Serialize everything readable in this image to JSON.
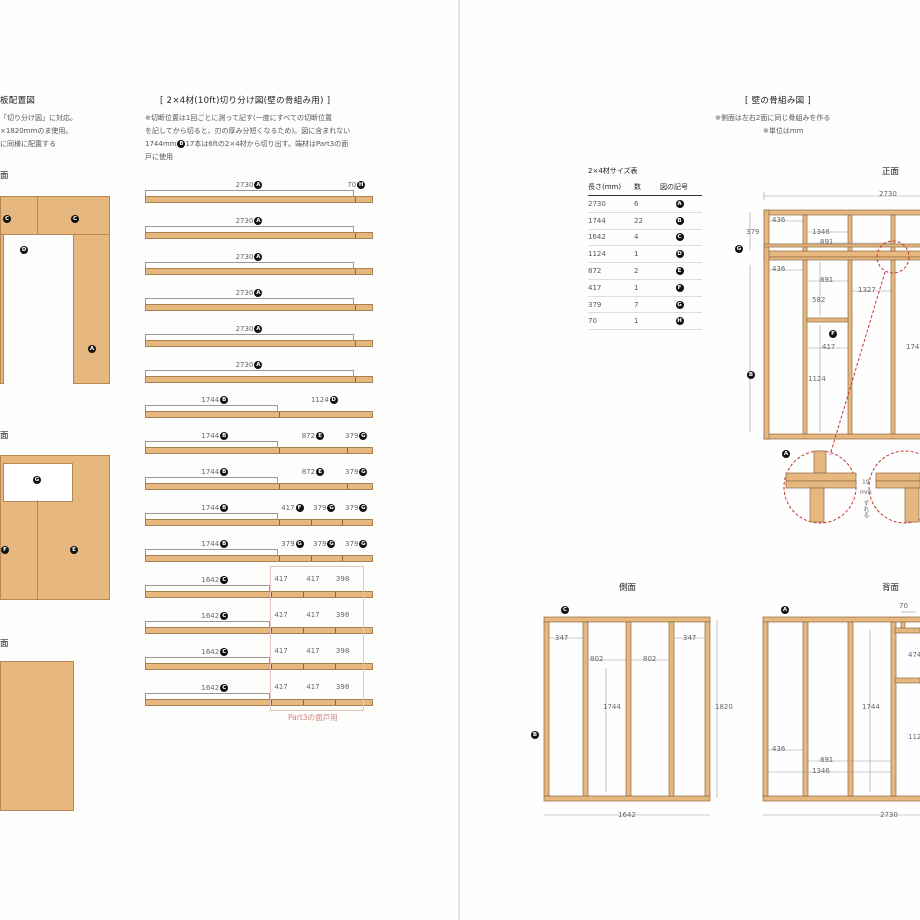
{
  "left": {
    "layout_title": "板配置図",
    "layout_notes": [
      "「切り分け図」に対応。",
      "×1820mmのま使用。",
      "に同様に配置する"
    ],
    "section_labels": [
      "面",
      "面",
      "面"
    ],
    "top_panels": [
      {
        "label": "C"
      },
      {
        "label": "C"
      },
      {
        "label": "D"
      },
      {
        "label": "A"
      }
    ],
    "mid_panels": [
      {
        "label": "G"
      },
      {
        "label": "F"
      },
      {
        "label": "E"
      }
    ],
    "cut_title": "[ 2×4材(10ft)切り分け図(壁の骨組み用) ]",
    "cut_notes": [
      "※切断位置は1回ごとに測って記す(一度にすべての切断位置",
      "を記してから切ると、刃の厚み分短くなるため)。図に含まれない",
      "1744mm",
      "17本は6ftの2×4材から切り出す。端材はPart3の面",
      "戸に使用"
    ],
    "cut_note_badge": "B",
    "boards": [
      {
        "pieces": [
          {
            "len": "2730",
            "id": "A"
          },
          {
            "len": "70",
            "id": "H"
          }
        ]
      },
      {
        "pieces": [
          {
            "len": "2730",
            "id": "A"
          }
        ]
      },
      {
        "pieces": [
          {
            "len": "2730",
            "id": "A"
          }
        ]
      },
      {
        "pieces": [
          {
            "len": "2730",
            "id": "A"
          }
        ]
      },
      {
        "pieces": [
          {
            "len": "2730",
            "id": "A"
          }
        ]
      },
      {
        "pieces": [
          {
            "len": "2730",
            "id": "A"
          }
        ]
      },
      {
        "pieces": [
          {
            "len": "1744",
            "id": "B"
          },
          {
            "len": "1124",
            "id": "D"
          }
        ]
      },
      {
        "pieces": [
          {
            "len": "1744",
            "id": "B"
          },
          {
            "len": "872",
            "id": "E"
          },
          {
            "len": "379",
            "id": "G"
          }
        ]
      },
      {
        "pieces": [
          {
            "len": "1744",
            "id": "B"
          },
          {
            "len": "872",
            "id": "E"
          },
          {
            "len": "379",
            "id": "G"
          }
        ]
      },
      {
        "pieces": [
          {
            "len": "1744",
            "id": "B"
          },
          {
            "len": "417",
            "id": "F"
          },
          {
            "len": "379",
            "id": "G"
          },
          {
            "len": "379",
            "id": "G"
          }
        ]
      },
      {
        "pieces": [
          {
            "len": "1744",
            "id": "B"
          },
          {
            "len": "379",
            "id": "G"
          },
          {
            "len": "379",
            "id": "G"
          },
          {
            "len": "379",
            "id": "G"
          }
        ]
      },
      {
        "pieces": [
          {
            "len": "1642",
            "id": "C"
          },
          {
            "len": "417",
            "id": ""
          },
          {
            "len": "417",
            "id": ""
          },
          {
            "len": "398",
            "id": ""
          }
        ]
      },
      {
        "pieces": [
          {
            "len": "1642",
            "id": "C"
          },
          {
            "len": "417",
            "id": ""
          },
          {
            "len": "417",
            "id": ""
          },
          {
            "len": "398",
            "id": ""
          }
        ]
      },
      {
        "pieces": [
          {
            "len": "1642",
            "id": "C"
          },
          {
            "len": "417",
            "id": ""
          },
          {
            "len": "417",
            "id": ""
          },
          {
            "len": "398",
            "id": ""
          }
        ]
      },
      {
        "pieces": [
          {
            "len": "1642",
            "id": "C"
          },
          {
            "len": "417",
            "id": ""
          },
          {
            "len": "417",
            "id": ""
          },
          {
            "len": "398",
            "id": ""
          }
        ]
      }
    ],
    "leftover_note": "Part3の面戸用"
  },
  "right": {
    "title": "[ 壁の骨組み図 ]",
    "notes": [
      "※側面は左右2面に同じ骨組みを作る",
      "※単位はmm"
    ],
    "size_table": {
      "caption": "2×4材サイズ表",
      "headers": [
        "長さ(mm)",
        "数",
        "図の記号"
      ],
      "rows": [
        [
          "2730",
          "6",
          "A"
        ],
        [
          "1744",
          "22",
          "B"
        ],
        [
          "1642",
          "4",
          "C"
        ],
        [
          "1124",
          "1",
          "D"
        ],
        [
          "872",
          "2",
          "E"
        ],
        [
          "417",
          "1",
          "F"
        ],
        [
          "379",
          "7",
          "G"
        ],
        [
          "70",
          "1",
          "H"
        ]
      ]
    },
    "front": {
      "label": "正面",
      "dims": [
        "2730",
        "436",
        "1346",
        "891",
        "379",
        "436",
        "891",
        "1327",
        "582",
        "417",
        "1124",
        "174"
      ],
      "badges": [
        "G",
        "B",
        "F",
        "A"
      ],
      "detail_text": [
        "19",
        "mm",
        "ずれる"
      ]
    },
    "side": {
      "label": "側面",
      "dims": [
        "347",
        "802",
        "802",
        "347",
        "1744",
        "1820",
        "1642"
      ],
      "badges": [
        "C",
        "B"
      ]
    },
    "back": {
      "label": "背面",
      "dims": [
        "70",
        "474",
        "1744",
        "112",
        "436",
        "891",
        "1346",
        "2730"
      ],
      "badges": [
        "A"
      ]
    }
  }
}
